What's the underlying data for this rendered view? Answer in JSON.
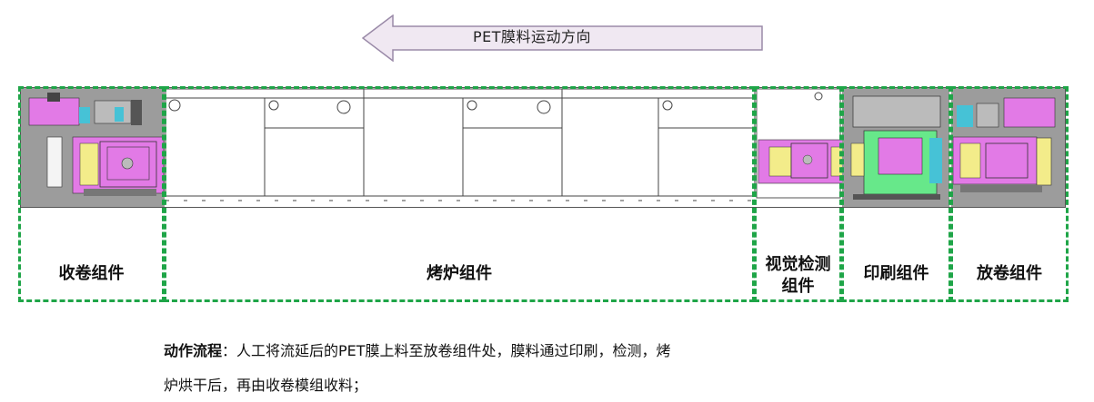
{
  "direction": {
    "label": "PET膜料运动方向",
    "arrow_fill": "#f0e8f2",
    "arrow_stroke": "#9a8aa8"
  },
  "modules": [
    {
      "id": "rewind",
      "label": "收卷组件"
    },
    {
      "id": "oven",
      "label": "烤炉组件"
    },
    {
      "id": "vision",
      "label_line1": "视觉检测",
      "label_line2": "组件"
    },
    {
      "id": "print",
      "label": "印刷组件"
    },
    {
      "id": "unwind",
      "label": "放卷组件"
    }
  ],
  "colors": {
    "frame_dash": "#1fa548",
    "machine_grey": "#9c9c9c",
    "pink": "#e27ae6",
    "yellow": "#f3ec8a",
    "green": "#67e88a",
    "cyan": "#46c2d6"
  },
  "description": {
    "title": "动作流程",
    "line1_rest": "：人工将流延后的PET膜上料至放卷组件处，膜料通过印刷，检测，烤",
    "line2": "炉烘干后，再由收卷模组收料；"
  }
}
